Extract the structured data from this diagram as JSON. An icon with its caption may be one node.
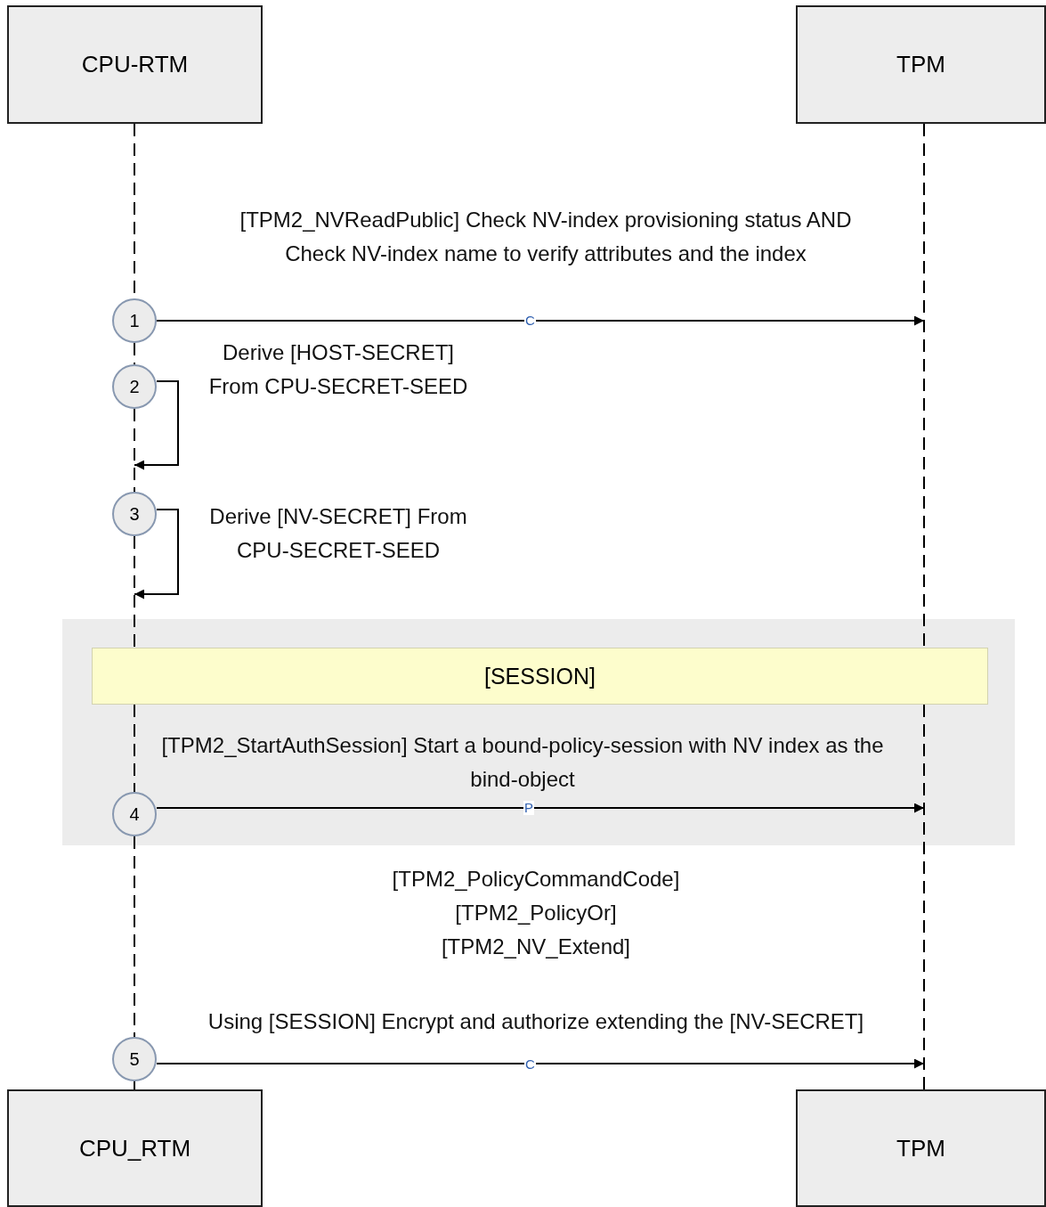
{
  "diagram": {
    "nodes": [
      {
        "text": [
          "CPU-RTM"
        ]
      },
      {
        "text": [
          "TPM"
        ]
      },
      {
        "text": [
          "CPU_RTM"
        ]
      },
      {
        "text": [
          "TPM"
        ]
      },
      {
        "text": [
          "1"
        ]
      },
      {
        "text": [
          "2"
        ]
      },
      {
        "text": [
          "3"
        ]
      },
      {
        "text": [],
        "shape": "box"
      },
      {
        "text": [
          "[SESSION]"
        ],
        "in": 7
      },
      {
        "text": [
          "4"
        ],
        "in": 7
      },
      {
        "text": [
          "5"
        ]
      }
    ],
    "edges": [
      {
        "from": 0,
        "to": 4,
        "arrow": "none",
        "style": "dashed"
      },
      {
        "from": 4,
        "to": 5,
        "arrow": "none",
        "style": "dashed"
      },
      {
        "from": 5,
        "to": 6,
        "arrow": "none",
        "style": "dashed"
      },
      {
        "from": 6,
        "to": 8,
        "arrow": "none",
        "style": "dashed"
      },
      {
        "from": 8,
        "to": 9,
        "arrow": "none",
        "style": "dashed"
      },
      {
        "from": 9,
        "to": 10,
        "arrow": "none",
        "style": "dashed"
      },
      {
        "from": 10,
        "to": 2,
        "arrow": "none",
        "style": "dashed"
      },
      {
        "from": 1,
        "to": 8,
        "arrow": "none",
        "style": "dashed"
      },
      {
        "from": 8,
        "to": 3,
        "arrow": "none",
        "style": "dashed"
      },
      {
        "from": 4,
        "to": null,
        "arrow": "to",
        "label": "[TPM2_NVReadPublic] Check NV-index provisioning status AND Check NV-index name to verify attributes and the index"
      },
      {
        "from": 5,
        "to": 6,
        "arrow": "to",
        "label": "Derive [HOST-SECRET] From CPU-SECRET-SEED"
      },
      {
        "from": 6,
        "to": 7,
        "arrow": "to",
        "label": "Derive [NV-SECRET] From CPU-SECRET-SEED"
      },
      {
        "from": 9,
        "to": null,
        "arrow": "to",
        "label": "[TPM2_StartAuthSession] Start a bound-policy-session with NV index as the bind-object"
      },
      {
        "from": 10,
        "to": 3,
        "arrow": "to",
        "label": "Using [SESSION] Encrypt and authorize extending the [NV-SECRET]"
      }
    ],
    "labels": [
      "C",
      "P",
      "[TPM2_PolicyCommandCode] [TPM2_PolicyOr] [TPM2_NV_Extend]",
      "C"
    ]
  }
}
